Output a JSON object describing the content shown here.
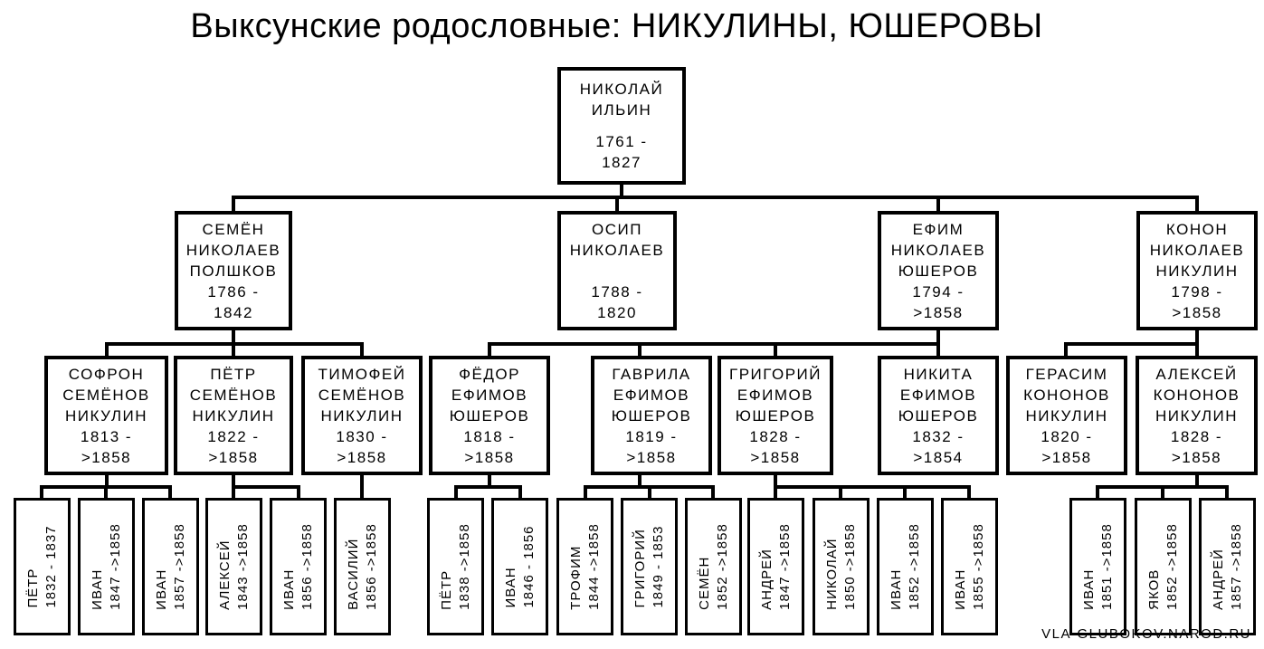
{
  "title": "Выксунские родословные: НИКУЛИНЫ, ЮШЕРОВЫ",
  "site": "VLA-GLUBOKOV.NAROD.RU",
  "root": {
    "name1": "НИКОЛАЙ",
    "name2": "ИЛЬИН",
    "years1": "1761 -",
    "years2": "1827"
  },
  "sons": [
    {
      "name1": "СЕМЁН",
      "name2": "НИКОЛАЕВ",
      "name3": "ПОЛШКОВ",
      "years1": "1786 -",
      "years2": "1842"
    },
    {
      "name1": "ОСИП",
      "name2": "НИКОЛАЕВ",
      "years1": "1788 -",
      "years2": "1820"
    },
    {
      "name1": "ЕФИМ",
      "name2": "НИКОЛАЕВ",
      "name3": "ЮШЕРОВ",
      "years1": "1794 -",
      "years2": ">1858"
    },
    {
      "name1": "КОНОН",
      "name2": "НИКОЛАЕВ",
      "name3": "НИКУЛИН",
      "years1": "1798 -",
      "years2": ">1858"
    }
  ],
  "grandsons": [
    {
      "name1": "СОФРОН",
      "name2": "СЕМЁНОВ",
      "name3": "НИКУЛИН",
      "years1": "1813 -",
      "years2": ">1858"
    },
    {
      "name1": "ПЁТР",
      "name2": "СЕМЁНОВ",
      "name3": "НИКУЛИН",
      "years1": "1822 -",
      "years2": ">1858"
    },
    {
      "name1": "ТИМОФЕЙ",
      "name2": "СЕМЁНОВ",
      "name3": "НИКУЛИН",
      "years1": "1830 -",
      "years2": ">1858"
    },
    {
      "name1": "ФЁДОР",
      "name2": "ЕФИМОВ",
      "name3": "ЮШЕРОВ",
      "years1": "1818 -",
      "years2": ">1858"
    },
    {
      "name1": "ГАВРИЛА",
      "name2": "ЕФИМОВ",
      "name3": "ЮШЕРОВ",
      "years1": "1819 -",
      "years2": ">1858"
    },
    {
      "name1": "ГРИГОРИЙ",
      "name2": "ЕФИМОВ",
      "name3": "ЮШЕРОВ",
      "years1": "1828 -",
      "years2": ">1858"
    },
    {
      "name1": "НИКИТА",
      "name2": "ЕФИМОВ",
      "name3": "ЮШЕРОВ",
      "years1": "1832 -",
      "years2": ">1854"
    },
    {
      "name1": "ГЕРАСИМ",
      "name2": "КОНОНОВ",
      "name3": "НИКУЛИН",
      "years1": "1820 -",
      "years2": ">1858"
    },
    {
      "name1": "АЛЕКСЕЙ",
      "name2": "КОНОНОВ",
      "name3": "НИКУЛИН",
      "years1": "1828 -",
      "years2": ">1858"
    }
  ],
  "great_grandsons": [
    {
      "name": "ПЁТР",
      "years": "1832 - 1837"
    },
    {
      "name": "ИВАН",
      "years": "1847 ->1858"
    },
    {
      "name": "ИВАН",
      "years": "1857 ->1858"
    },
    {
      "name": "АЛЕКСЕЙ",
      "years": "1843 ->1858"
    },
    {
      "name": "ИВАН",
      "years": "1856 ->1858"
    },
    {
      "name": "ВАСИЛИЙ",
      "years": "1856 ->1858"
    },
    {
      "name": "ПЁТР",
      "years": "1838 ->1858"
    },
    {
      "name": "ИВАН",
      "years": "1846 - 1856"
    },
    {
      "name": "ТРОФИМ",
      "years": "1844 ->1858"
    },
    {
      "name": "ГРИГОРИЙ",
      "years": "1849 - 1853"
    },
    {
      "name": "СЕМЁН",
      "years": "1852 ->1858"
    },
    {
      "name": "АНДРЕЙ",
      "years": "1847 ->1858"
    },
    {
      "name": "НИКОЛАЙ",
      "years": "1850 ->1858"
    },
    {
      "name": "ИВАН",
      "years": "1852 ->1858"
    },
    {
      "name": "ИВАН",
      "years": "1855 ->1858"
    },
    {
      "name": "ИВАН",
      "years": "1851 ->1858"
    },
    {
      "name": "ЯКОВ",
      "years": "1852 ->1858"
    },
    {
      "name": "АНДРЕЙ",
      "years": "1857 ->1858"
    }
  ]
}
